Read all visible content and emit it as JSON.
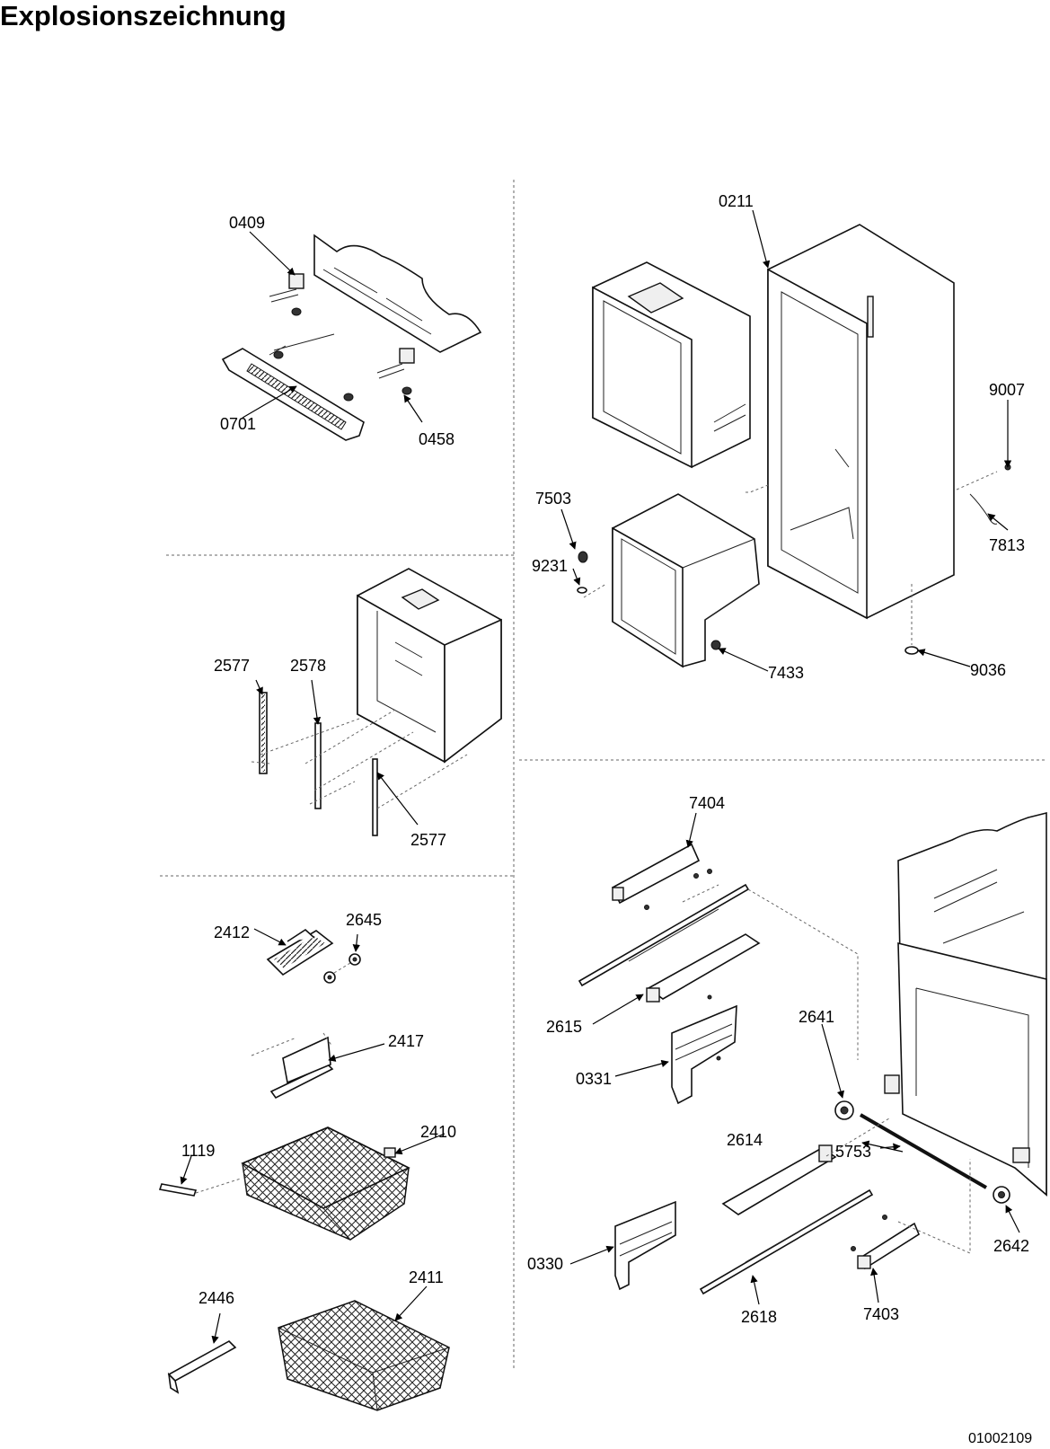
{
  "title": "Explosionszeichnung",
  "document_number": "01002109",
  "callouts": {
    "c0409": "0409",
    "c0701": "0701",
    "c0458": "0458",
    "c2577a": "2577",
    "c2578": "2578",
    "c2577b": "2577",
    "c2412": "2412",
    "c2645": "2645",
    "c2417": "2417",
    "c1119": "1119",
    "c2410": "2410",
    "c2446": "2446",
    "c2411": "2411",
    "c0211": "0211",
    "c9007": "9007",
    "c7813": "7813",
    "c7503": "7503",
    "c9231": "9231",
    "c7433": "7433",
    "c9036": "9036",
    "c7404": "7404",
    "c2615": "2615",
    "c0331": "0331",
    "c2641": "2641",
    "c5753": "5753",
    "c2614": "2614",
    "c0330": "0330",
    "c2642": "2642",
    "c2618": "2618",
    "c7403": "7403"
  }
}
